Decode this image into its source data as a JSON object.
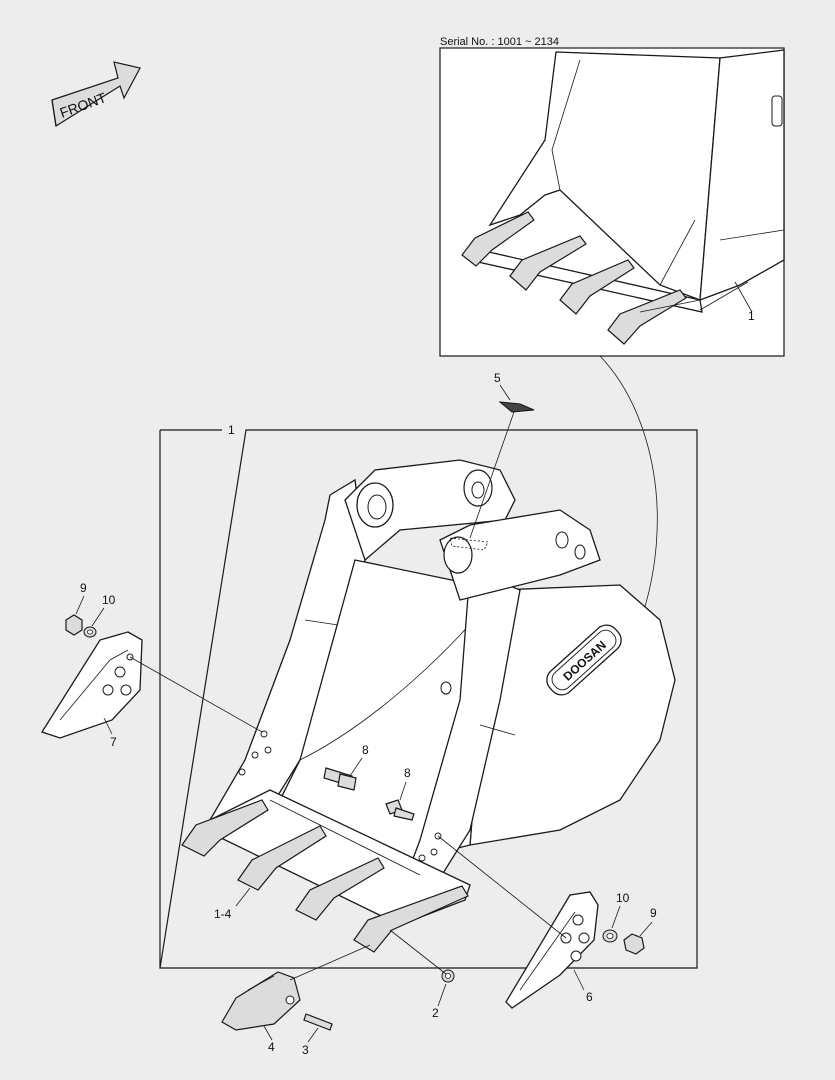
{
  "inset": {
    "serial_text": "Serial No. : 1001 ~ 2134",
    "part_label": "1"
  },
  "front_arrow": {
    "text": "FRONT"
  },
  "frame": {
    "label": "1"
  },
  "bucket": {
    "brand": "DOOSAN"
  },
  "callouts": {
    "p1_4": "1-4",
    "p2": "2",
    "p3": "3",
    "p4": "4",
    "p5": "5",
    "p6": "6",
    "p7": "7",
    "p8a": "8",
    "p8b": "8",
    "p9a": "9",
    "p9b": "9",
    "p10a": "10",
    "p10b": "10"
  }
}
